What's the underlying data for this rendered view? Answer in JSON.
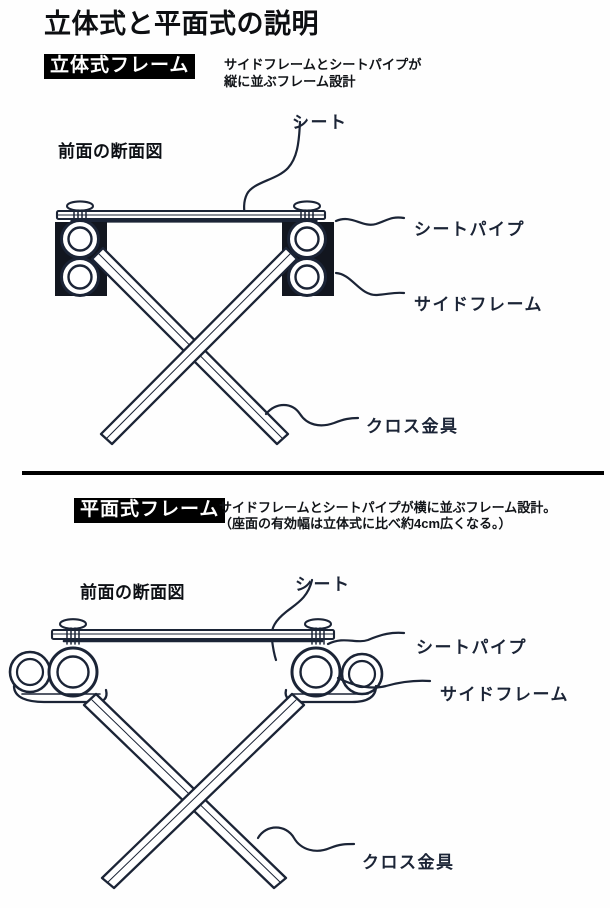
{
  "document": {
    "title": "立体式と平面式の説明"
  },
  "divider": {
    "present": true
  },
  "sections": [
    {
      "badge": "立体式フレーム",
      "description_lines": [
        "サイドフレームとシートパイプが",
        "縦に並ぶフレーム設計"
      ],
      "view_label": "前面の断面図",
      "callouts": {
        "seat": "シート",
        "seat_pipe": "シートパイプ",
        "side_frame": "サイドフレーム",
        "cross_fitting": "クロス金具"
      }
    },
    {
      "badge": "平面式フレーム",
      "description_lines": [
        "サイドフレームとシートパイプが横に並ぶフレーム設計。",
        "（座面の有効幅は立体式に比べ約4cm広くなる。）"
      ],
      "view_label": "前面の断面図",
      "callouts": {
        "seat": "シート",
        "seat_pipe": "シートパイプ",
        "side_frame": "サイドフレーム",
        "cross_fitting": "クロス金具"
      }
    }
  ],
  "colors": {
    "ink": "#1b2436",
    "badge_background": "#000000",
    "badge_text": "#ffffff",
    "paper": "#ffffff",
    "title_text": "#0d0f12"
  },
  "diagram_notes": {
    "solid_type_arrangement": "vertical",
    "flat_type_arrangement": "horizontal",
    "seat_width_difference_cm": 4
  }
}
